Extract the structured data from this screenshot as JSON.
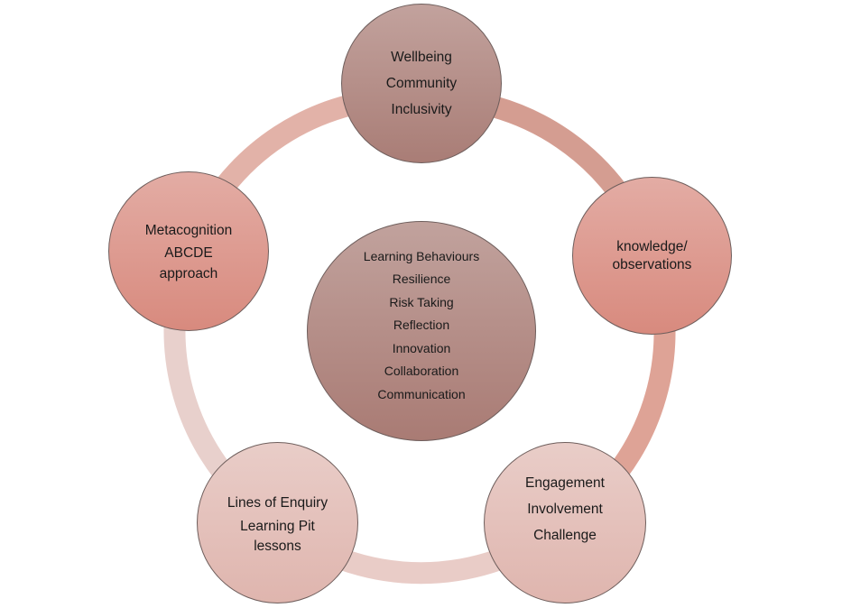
{
  "nodes": {
    "top": {
      "lines": [
        "Wellbeing",
        "Community",
        "Inclusivity"
      ]
    },
    "right": {
      "lines": [
        "knowledge/",
        "observations"
      ]
    },
    "bottom_right": {
      "lines": [
        "Engagement",
        "Involvement",
        "Challenge"
      ]
    },
    "bottom_left": {
      "lines": [
        "Lines of Enquiry",
        "Learning Pit",
        "lessons"
      ]
    },
    "left": {
      "lines": [
        "Metacognition",
        "ABCDE",
        "approach"
      ]
    },
    "center": {
      "lines": [
        "Learning Behaviours",
        "Resilience",
        "Risk Taking",
        "Reflection",
        "Innovation",
        "Collaboration",
        "Communication"
      ]
    }
  },
  "colors": {
    "ring_top_left": "#e2b2a8",
    "ring_top_right": "#d49d91",
    "ring_right": "#dea396",
    "ring_bottom": "#e9ccc7",
    "ring_left": "#e8d0cc"
  }
}
